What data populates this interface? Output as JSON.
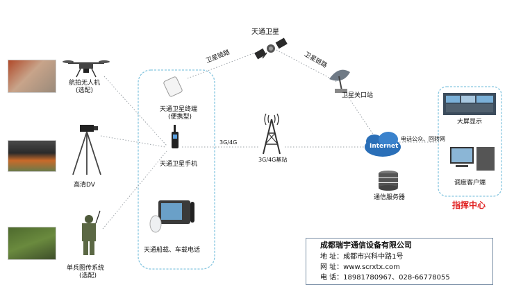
{
  "nodes": {
    "satellite": "天通卫星",
    "drone": "航拍无人机",
    "drone_note": "(选配)",
    "hd_dv": "高清DV",
    "soldier": "单兵图传系统",
    "soldier_note": "(选配)",
    "terminal": "天通卫星终端",
    "terminal_note": "(便携型)",
    "handset": "天通卫星手机",
    "ship_phone": "天通船载、车载电话",
    "base_station": "3G/4G基站",
    "gateway": "卫星关口站",
    "internet": "Internet",
    "server": "通信服务器",
    "big_screen": "大屏显示",
    "dispatch_client": "调度客户端",
    "command_center": "指挥中心"
  },
  "links": {
    "sat_link_left": "卫星链路",
    "sat_link_right": "卫星链路",
    "net_link": "3G/4G",
    "pstn": "电话公众、回转网"
  },
  "company": {
    "name": "成都瑞宇通信设备有限公司",
    "address": "地 址：成都市兴科中路1号",
    "website": "网 址：www.scrxtx.com",
    "phone": "电 话：18981780967、028-66778055"
  },
  "colors": {
    "frame": "#86c6e0",
    "dotted": "#9aa0a6",
    "accent_red": "#e02020",
    "internet_blue": "#2a6fb8"
  }
}
